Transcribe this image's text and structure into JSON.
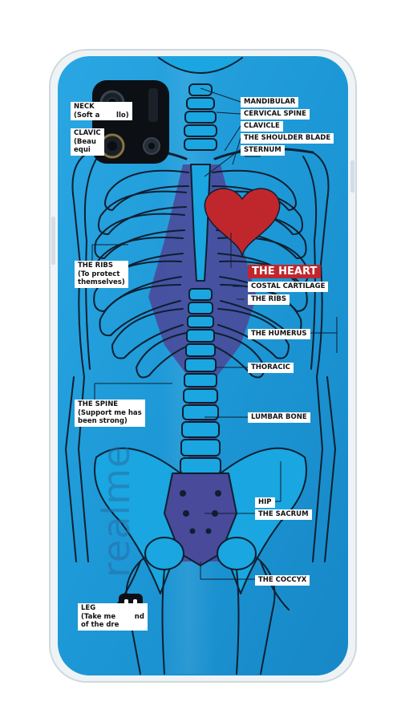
{
  "colors": {
    "case_blue": "#1d9ad8",
    "bone_blue": "#1aa6e0",
    "bone_outline": "#0d1f30",
    "inner_purple": "#4a4a9a",
    "heart_red": "#c0272d",
    "label_bg": "#ffffff"
  },
  "brand": {
    "text": "realme"
  },
  "labels": {
    "neck": {
      "title": "NECK",
      "sub": "(Soft a",
      "sub2": "llo)"
    },
    "clavicle_left": {
      "title": "CLAVIC",
      "sub": "(Beau",
      "sub2": "equi"
    },
    "ribs_left": {
      "title": "THE RIBS",
      "sub": "(To protect",
      "sub2": "themselves)"
    },
    "spine": {
      "title": "THE SPINE",
      "sub": "(Support me has",
      "sub2": "been strong)"
    },
    "leg": {
      "title": "LEG",
      "sub": "(Take me",
      "sub_end": "nd",
      "sub2": "of the dre"
    },
    "mandibular": "MANDIBULAR",
    "cervical_spine": "CERVICAL SPINE",
    "clavicle": "CLAVICLE",
    "shoulder_blade": "THE SHOULDER BLADE",
    "sternum": "STERNUM",
    "heart": "THE HEART",
    "costal_cartilage": "COSTAL CARTILAGE",
    "ribs_right": "THE RIBS",
    "humerus": "THE HUMERUS",
    "thoracic": "THORACIC",
    "lumbar": "LUMBAR BONE",
    "hip": "HIP",
    "sacrum": "THE SACRUM",
    "coccyx": "THE COCCYX"
  },
  "icons": [
    "camera-lens-icon",
    "flash-icon",
    "side-button-icon",
    "charging-slot-icon"
  ]
}
